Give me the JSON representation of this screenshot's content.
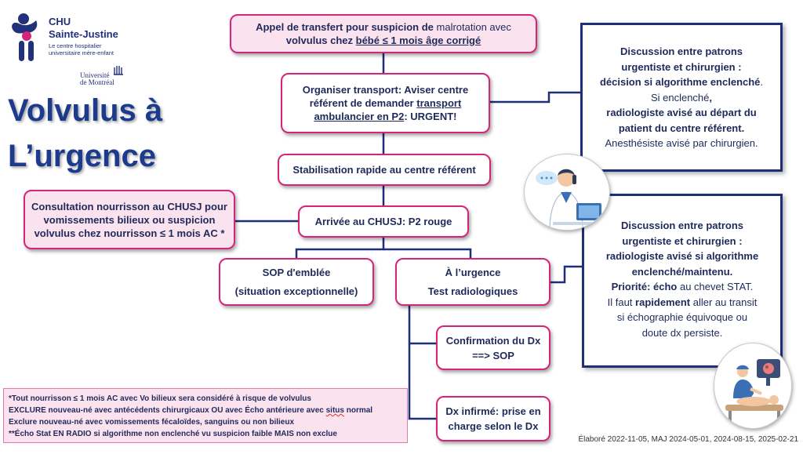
{
  "logo": {
    "line1": "CHU",
    "line2": "Sainte-Justine",
    "sub1": "Le centre hospitalier",
    "sub2": "universitaire mère-enfant",
    "university1": "Université",
    "university2": "de Montréal"
  },
  "title": {
    "line1": "Volvulus à",
    "line2": "L’urgence"
  },
  "flow": {
    "call": {
      "part1": "Appel de transfert pour suspicion de ",
      "part2": "malrotation avec",
      "part3": "volvulus chez ",
      "part4": "bébé ≤ 1 mois âge corrigé"
    },
    "organize": {
      "part1": "Organiser transport: Aviser centre",
      "part2": "référent de demander ",
      "part3": "transport",
      "part4": "ambulancier en P2",
      "part5": ": URGENT!"
    },
    "stabilize": "Stabilisation rapide au centre référent",
    "consult": {
      "line1": "Consultation nourrisson au CHUSJ pour",
      "line2": "vomissements bilieux ou suspicion",
      "line3": "volvulus chez nourrisson ≤ 1 mois AC *"
    },
    "arrival": "Arrivée au CHUSJ: P2 rouge",
    "sop": {
      "line1": "SOP d'emblée",
      "line2": "(situation exceptionnelle)"
    },
    "er": {
      "line1": "À l’urgence",
      "line2": "Test radiologiques"
    },
    "confirm": {
      "line1": "Confirmation du Dx",
      "line2": "==> SOP"
    },
    "infirm": {
      "line1": "Dx infirmé: prise en",
      "line2": "charge selon le Dx"
    }
  },
  "note1": {
    "line1": "Discussion entre patrons",
    "line2": "urgentiste et chirurgien :",
    "line3a": "décision si algorithme enclenché",
    "line3b": ".",
    "line4a": "Si enclenché",
    "line4b": ",",
    "line5": "radiologiste avisé au départ du",
    "line6": "patient du centre référent.",
    "line7": "Anesthésiste avisé par chirurgien."
  },
  "note2": {
    "line1": "Discussion entre patrons",
    "line2": "urgentiste et chirurgien :",
    "line3": "radiologiste avisé si algorithme",
    "line4": "enclenché/maintenu.",
    "line5a": "Priorité: écho",
    "line5b": " au chevet STAT.",
    "line6a": "Il faut ",
    "line6b": "rapidement",
    "line6c": " aller au transit",
    "line7": "si échographie équivoque ou",
    "line8": "doute dx persiste."
  },
  "footnotes": {
    "line1": "*Tout nourrisson ≤ 1 mois AC avec Vo bilieux sera considéré à risque de volvulus",
    "line2a": "EXCLURE nouveau-né avec antécédents chirurgicaux OU avec Écho antérieure avec ",
    "line2b": "situs",
    "line2c": " normal",
    "line3": "Exclure nouveau-né avec vomissements fécaloïdes, sanguins ou non bilieux",
    "line4": "**Écho Stat EN RADIO si algorithme non enclenché vu suspicion faible MAIS non exclue"
  },
  "footer": "Élaboré 2022-11-05, MAJ 2024-05-01, 2024-08-15, 2025-02-21",
  "colors": {
    "magenta": "#d6247a",
    "pink_fill": "#fbe2ef",
    "navy": "#1c2f77",
    "title_blue": "#1d3b8c"
  },
  "icons": {
    "phone_doctor": "doctor-on-phone-icon",
    "ultrasound": "ultrasound-exam-icon"
  }
}
